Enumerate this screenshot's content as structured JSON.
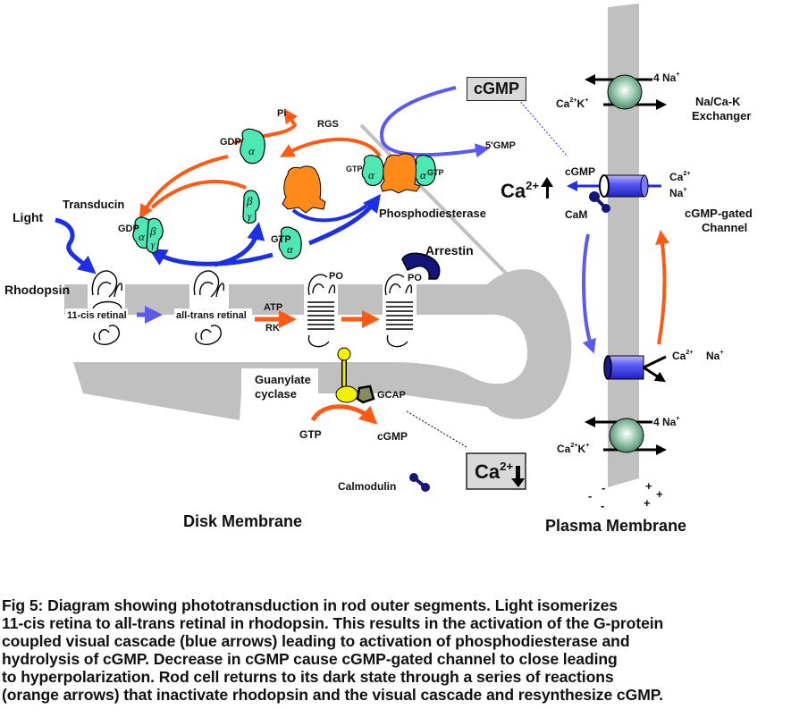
{
  "labels": {
    "light": "Light",
    "transducin": "Transducin",
    "rhodopsin": "Rhodopsin",
    "cis_retinal": "11-cis retinal",
    "trans_retinal": "all-trans  retinal",
    "atp": "ATP",
    "rk": "RK",
    "po1": "PO",
    "po2": "PO",
    "arrestin": "Arrestin",
    "pi": "Pi",
    "rgs": "RGS",
    "gdp_top": "GDP",
    "gdp_left": "GDP",
    "gtp_mid": "GTP",
    "gtp_pde_left": "GTP",
    "gtp_pde_right": "GTP",
    "phosphodiesterase": "Phosphodiesterase",
    "cgmp_box": "cGMP",
    "five_gmp": "5'GMP",
    "guanylate_line1": "Guanylate",
    "guanylate_line2": "cyclase",
    "gcap": "GCAP",
    "gtp_bottom": "GTP",
    "cgmp_bottom": "cGMP",
    "calmodulin": "Calmodulin",
    "ca_down": "Ca",
    "ca_down_sup": "2+",
    "disk_membrane": "Disk Membrane",
    "plasma_membrane": "Plasma Membrane",
    "exchanger_top_na": "4 Na",
    "exchanger_top_ca": "Ca",
    "exchanger_top_k": "K",
    "exchanger_name_line1": "Na/Ca-K",
    "exchanger_name_line2": "Exchanger",
    "channel_cgmp": "cGMP",
    "channel_cam": "CaM",
    "ca_up": "Ca",
    "ca_up_sup": "2+",
    "channel_ca": "Ca",
    "channel_na": "Na",
    "channel_name_line1": "cGMP-gated",
    "channel_name_line2": "Channel",
    "closed_ca": "Ca",
    "closed_na": "Na",
    "exchanger_bottom_na": "4 Na",
    "exchanger_bottom_ca": "Ca",
    "exchanger_bottom_k": "K",
    "minus": "-",
    "plus": "+",
    "sup_2plus": "2+",
    "sup_plus": "+",
    "alpha": "α",
    "beta": "β",
    "gamma": "γ"
  },
  "colors": {
    "activation_blue": "#1a2fe6",
    "light_blue": "#5a5af0",
    "recovery_orange": "#ff5a14",
    "protein_teal": "#4de8b4",
    "pde_orange": "#ff8a1a",
    "membrane_gray": "#c0c0c0",
    "arrestin_navy": "#14147a",
    "guanylate_yellow": "#f5f000",
    "gcap_olive": "#8a8a60",
    "exchanger_green": "#6aa88a"
  },
  "caption": [
    "Fig 5:  Diagram showing phototransduction in rod outer segments. Light isomerizes",
    "11-cis retina to all-trans retinal in rhodopsin. This results in the activation of the G-protein",
    "coupled visual cascade (blue arrows) leading to activation of phosphodiesterase and",
    "hydrolysis of cGMP. Decrease in cGMP cause cGMP-gated channel to close leading",
    "to hyperpolarization.  Rod cell returns to its dark state through a series of reactions",
    "(orange arrows) that inactivate rhodopsin and the visual cascade and resynthesize cGMP."
  ]
}
